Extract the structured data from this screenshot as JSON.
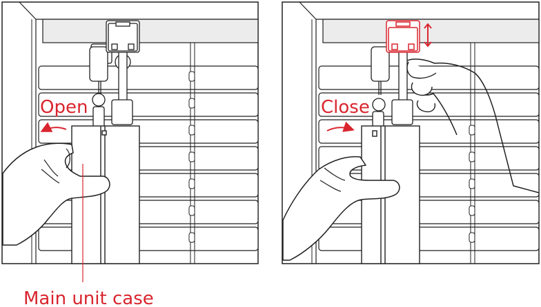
{
  "colors": {
    "line": "#1f1f1f",
    "accent": "#d9252e",
    "rail_fill": "#ececec",
    "background": "#ffffff"
  },
  "panels": [
    {
      "id": "open",
      "action_label": "Open",
      "arrow_direction": "left"
    },
    {
      "id": "close",
      "action_label": "Close",
      "arrow_direction": "right"
    }
  ],
  "callout": {
    "label": "Main unit case"
  }
}
